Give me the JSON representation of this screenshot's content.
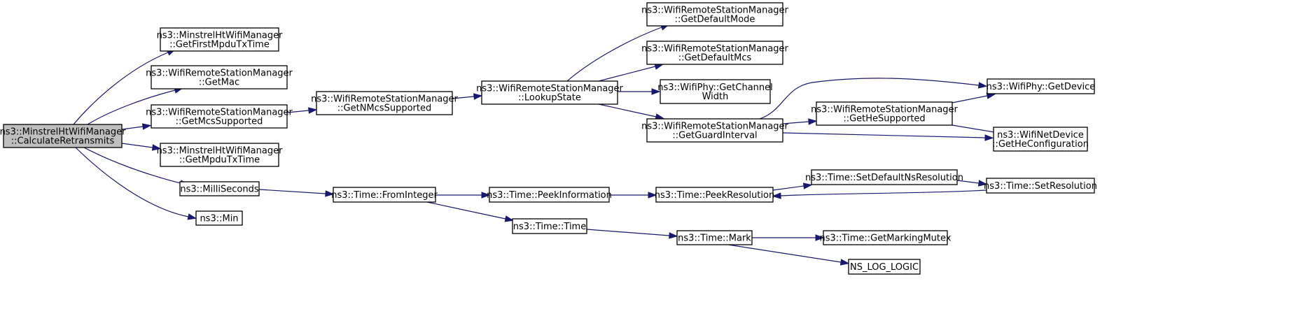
{
  "diagram": {
    "type": "call-graph",
    "colors": {
      "edge": "#191970",
      "root_fill": "#bfbfbf",
      "node_fill": "#ffffff",
      "border": "#000000"
    },
    "nodes": [
      {
        "id": "calc_retransmits",
        "lines": [
          "ns3::MinstrelHtWifiManager",
          "::CalculateRetransmits"
        ],
        "root": true
      },
      {
        "id": "get_first_mpdu_tx_time",
        "lines": [
          "ns3::MinstrelHtWifiManager",
          "::GetFirstMpduTxTime"
        ]
      },
      {
        "id": "get_mac",
        "lines": [
          "ns3::WifiRemoteStationManager",
          "::GetMac"
        ]
      },
      {
        "id": "get_mcs_supported",
        "lines": [
          "ns3::WifiRemoteStationManager",
          "::GetMcsSupported"
        ]
      },
      {
        "id": "get_mpdu_tx_time",
        "lines": [
          "ns3::MinstrelHtWifiManager",
          "::GetMpduTxTime"
        ]
      },
      {
        "id": "milliseconds",
        "lines": [
          "ns3::MilliSeconds"
        ]
      },
      {
        "id": "min",
        "lines": [
          "ns3::Min"
        ]
      },
      {
        "id": "get_n_mcs_supported",
        "lines": [
          "ns3::WifiRemoteStationManager",
          "::GetNMcsSupported"
        ]
      },
      {
        "id": "lookup_state",
        "lines": [
          "ns3::WifiRemoteStationManager",
          "::LookupState"
        ]
      },
      {
        "id": "get_default_mode",
        "lines": [
          "ns3::WifiRemoteStationManager",
          "::GetDefaultMode"
        ]
      },
      {
        "id": "get_default_mcs",
        "lines": [
          "ns3::WifiRemoteStationManager",
          "::GetDefaultMcs"
        ]
      },
      {
        "id": "get_channel_width",
        "lines": [
          "ns3::WifiPhy::GetChannel",
          "Width"
        ]
      },
      {
        "id": "get_guard_interval",
        "lines": [
          "ns3::WifiRemoteStationManager",
          "::GetGuardInterval"
        ]
      },
      {
        "id": "get_he_supported",
        "lines": [
          "ns3::WifiRemoteStationManager",
          "::GetHeSupported"
        ]
      },
      {
        "id": "get_device",
        "lines": [
          "ns3::WifiPhy::GetDevice"
        ]
      },
      {
        "id": "get_he_configuration",
        "lines": [
          "ns3::WifiNetDevice",
          "::GetHeConfiguration"
        ]
      },
      {
        "id": "from_integer",
        "lines": [
          "ns3::Time::FromInteger"
        ]
      },
      {
        "id": "peek_information",
        "lines": [
          "ns3::Time::PeekInformation"
        ]
      },
      {
        "id": "peek_resolution",
        "lines": [
          "ns3::Time::PeekResolution"
        ]
      },
      {
        "id": "set_default_ns_resolution",
        "lines": [
          "ns3::Time::SetDefaultNsResolution"
        ]
      },
      {
        "id": "set_resolution",
        "lines": [
          "ns3::Time::SetResolution"
        ]
      },
      {
        "id": "time_time",
        "lines": [
          "ns3::Time::Time"
        ]
      },
      {
        "id": "time_mark",
        "lines": [
          "ns3::Time::Mark"
        ]
      },
      {
        "id": "get_marking_mutex",
        "lines": [
          "ns3::Time::GetMarkingMutex"
        ]
      },
      {
        "id": "ns_log_logic",
        "lines": [
          "NS_LOG_LOGIC"
        ]
      }
    ],
    "edges": [
      {
        "from": "calc_retransmits",
        "to": "get_first_mpdu_tx_time"
      },
      {
        "from": "calc_retransmits",
        "to": "get_mac"
      },
      {
        "from": "calc_retransmits",
        "to": "get_mcs_supported"
      },
      {
        "from": "calc_retransmits",
        "to": "get_mpdu_tx_time"
      },
      {
        "from": "calc_retransmits",
        "to": "milliseconds"
      },
      {
        "from": "calc_retransmits",
        "to": "min"
      },
      {
        "from": "get_mcs_supported",
        "to": "get_n_mcs_supported"
      },
      {
        "from": "get_n_mcs_supported",
        "to": "lookup_state"
      },
      {
        "from": "lookup_state",
        "to": "get_default_mode"
      },
      {
        "from": "lookup_state",
        "to": "get_default_mcs"
      },
      {
        "from": "lookup_state",
        "to": "get_channel_width"
      },
      {
        "from": "lookup_state",
        "to": "get_guard_interval"
      },
      {
        "from": "get_guard_interval",
        "to": "get_device"
      },
      {
        "from": "get_guard_interval",
        "to": "get_he_supported"
      },
      {
        "from": "get_guard_interval",
        "to": "get_he_configuration"
      },
      {
        "from": "get_he_supported",
        "to": "get_device"
      },
      {
        "from": "get_he_supported",
        "to": "get_he_configuration"
      },
      {
        "from": "milliseconds",
        "to": "from_integer"
      },
      {
        "from": "from_integer",
        "to": "peek_information"
      },
      {
        "from": "from_integer",
        "to": "time_time"
      },
      {
        "from": "peek_information",
        "to": "peek_resolution"
      },
      {
        "from": "peek_resolution",
        "to": "set_default_ns_resolution"
      },
      {
        "from": "set_default_ns_resolution",
        "to": "set_resolution"
      },
      {
        "from": "set_resolution",
        "to": "peek_resolution"
      },
      {
        "from": "time_time",
        "to": "time_mark"
      },
      {
        "from": "time_mark",
        "to": "get_marking_mutex"
      },
      {
        "from": "time_mark",
        "to": "ns_log_logic"
      }
    ]
  }
}
